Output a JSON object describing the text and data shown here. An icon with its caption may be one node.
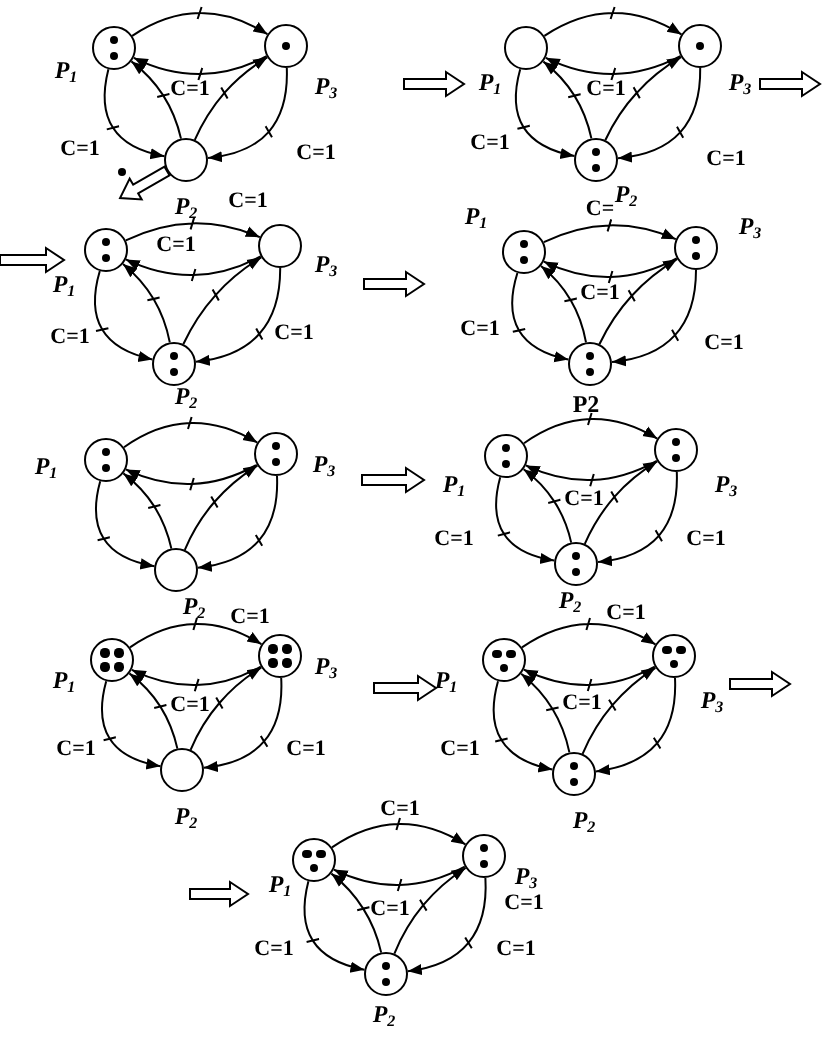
{
  "diagram": {
    "nodes": [
      {
        "text": [],
        "shape": "circle",
        "beside": [
          "P$_{1}$"
        ]
      },
      {
        "text": [],
        "shape": "dot",
        "in": 0
      },
      {
        "text": [],
        "shape": "dot",
        "in": 0
      },
      {
        "text": [],
        "shape": "circle",
        "beside": [
          "P$_{3}$"
        ]
      },
      {
        "text": [],
        "shape": "dot",
        "in": 3
      },
      {
        "text": [],
        "shape": "circle",
        "beside": [
          "P$_{2}$"
        ]
      },
      {
        "text": [],
        "shape": "circle",
        "beside": [
          "P$_{1}$"
        ]
      },
      {
        "text": [],
        "shape": "circle",
        "beside": [
          "P$_{3}$"
        ]
      },
      {
        "text": [],
        "shape": "dot",
        "in": 7
      },
      {
        "text": [],
        "shape": "circle",
        "beside": [
          "P$_{2}$"
        ]
      },
      {
        "text": [],
        "shape": "dot",
        "in": 9
      },
      {
        "text": [],
        "shape": "dot",
        "in": 9
      },
      {
        "text": [],
        "shape": "dot"
      },
      {
        "text": [],
        "shape": "circle",
        "beside": [
          "P$_{1}$"
        ]
      },
      {
        "text": [],
        "shape": "dot",
        "in": 13
      },
      {
        "text": [],
        "shape": "dot",
        "in": 13
      },
      {
        "text": [],
        "shape": "circle",
        "beside": [
          "P$_{3}$"
        ]
      },
      {
        "text": [],
        "shape": "circle",
        "beside": [
          "P$_{2}$"
        ]
      },
      {
        "text": [],
        "shape": "dot",
        "in": 17
      },
      {
        "text": [],
        "shape": "dot",
        "in": 17
      },
      {
        "text": [],
        "shape": "circle",
        "beside": [
          "P$_{1}$"
        ]
      },
      {
        "text": [],
        "shape": "dot",
        "in": 20
      },
      {
        "text": [],
        "shape": "dot",
        "in": 20
      },
      {
        "text": [],
        "shape": "circle",
        "beside": [
          "P$_{3}$"
        ]
      },
      {
        "text": [],
        "shape": "dot",
        "in": 23
      },
      {
        "text": [],
        "shape": "dot",
        "in": 23
      },
      {
        "text": [],
        "shape": "circle",
        "beside": [
          "P2"
        ]
      },
      {
        "text": [],
        "shape": "dot",
        "in": 26
      },
      {
        "text": [],
        "shape": "dot",
        "in": 26
      },
      {
        "text": [],
        "shape": "circle",
        "beside": [
          "P$_{1}$"
        ]
      },
      {
        "text": [],
        "shape": "dot",
        "in": 29
      },
      {
        "text": [],
        "shape": "dot",
        "in": 29
      },
      {
        "text": [],
        "shape": "circle",
        "beside": [
          "P$_{3}$"
        ]
      },
      {
        "text": [],
        "shape": "dot",
        "in": 32
      },
      {
        "text": [],
        "shape": "dot",
        "in": 32
      },
      {
        "text": [],
        "shape": "circle",
        "beside": [
          "P$_{2}$"
        ]
      },
      {
        "text": [],
        "shape": "circle",
        "beside": [
          "P$_{1}$"
        ]
      },
      {
        "text": [],
        "shape": "dot",
        "in": 36
      },
      {
        "text": [],
        "shape": "dot",
        "in": 36
      },
      {
        "text": [],
        "shape": "circle",
        "beside": [
          "P$_{3}$"
        ]
      },
      {
        "text": [],
        "shape": "dot",
        "in": 39
      },
      {
        "text": [],
        "shape": "dot",
        "in": 39
      },
      {
        "text": [],
        "shape": "circle",
        "beside": [
          "P$_{2}$"
        ]
      },
      {
        "text": [],
        "shape": "dot",
        "in": 42
      },
      {
        "text": [],
        "shape": "dot",
        "in": 42
      },
      {
        "text": [],
        "shape": "circle",
        "beside": [
          "P$_{1}$"
        ]
      },
      {
        "text": [],
        "shape": "dot",
        "in": 45
      },
      {
        "text": [],
        "shape": "dot",
        "in": 45
      },
      {
        "text": [],
        "shape": "dot",
        "in": 45
      },
      {
        "text": [],
        "shape": "dot",
        "in": 45
      },
      {
        "text": [],
        "shape": "circle",
        "beside": [
          "P$_{3}$"
        ]
      },
      {
        "text": [],
        "shape": "dot",
        "in": 50
      },
      {
        "text": [],
        "shape": "dot",
        "in": 50
      },
      {
        "text": [],
        "shape": "dot",
        "in": 50
      },
      {
        "text": [],
        "shape": "dot",
        "in": 50
      },
      {
        "text": [],
        "shape": "circle",
        "beside": [
          "P$_{2}$"
        ]
      },
      {
        "text": [],
        "shape": "circle",
        "beside": [
          "P$_{1}$"
        ]
      },
      {
        "text": [],
        "shape": "dot",
        "in": 56
      },
      {
        "text": [],
        "shape": "dot",
        "in": 56
      },
      {
        "text": [],
        "shape": "dot",
        "in": 56
      },
      {
        "text": [],
        "shape": "circle",
        "beside": [
          "P$_{3}$"
        ]
      },
      {
        "text": [],
        "shape": "dot",
        "in": 60
      },
      {
        "text": [],
        "shape": "dot",
        "in": 60
      },
      {
        "text": [],
        "shape": "dot",
        "in": 60
      },
      {
        "text": [],
        "shape": "circle",
        "beside": [
          "P$_{2}$"
        ]
      },
      {
        "text": [],
        "shape": "dot",
        "in": 64
      },
      {
        "text": [],
        "shape": "dot",
        "in": 64
      },
      {
        "text": [],
        "shape": "circle",
        "beside": [
          "P$_{1}$"
        ]
      },
      {
        "text": [],
        "shape": "dot",
        "in": 67
      },
      {
        "text": [],
        "shape": "dot",
        "in": 67
      },
      {
        "text": [],
        "shape": "dot",
        "in": 67
      },
      {
        "text": [],
        "shape": "circle",
        "beside": [
          "P$_{3}$"
        ]
      },
      {
        "text": [],
        "shape": "dot",
        "in": 71
      },
      {
        "text": [],
        "shape": "dot",
        "in": 71
      },
      {
        "text": [],
        "shape": "circle",
        "beside": [
          "P$_{2}$"
        ]
      },
      {
        "text": [],
        "shape": "dot",
        "in": 74
      },
      {
        "text": [],
        "shape": "dot",
        "in": 74
      }
    ],
    "edges": [
      {
        "from": 0,
        "to": 3,
        "arrow": "to"
      },
      {
        "from": 3,
        "to": 0,
        "arrow": "to"
      },
      {
        "from": 5,
        "to": 0,
        "arrow": "to"
      },
      {
        "from": 5,
        "to": 3,
        "arrow": "to"
      },
      {
        "from": 0,
        "to": 5,
        "arrow": "to"
      },
      {
        "from": 3,
        "to": 5,
        "arrow": "to"
      },
      {
        "from": 6,
        "to": 7,
        "arrow": "to"
      },
      {
        "from": 7,
        "to": 6,
        "arrow": "to"
      },
      {
        "from": 9,
        "to": 6,
        "arrow": "to"
      },
      {
        "from": 9,
        "to": 7,
        "arrow": "to"
      },
      {
        "from": 6,
        "to": 9,
        "arrow": "to"
      },
      {
        "from": 7,
        "to": 9,
        "arrow": "to"
      },
      {
        "from": 13,
        "to": 16,
        "arrow": "to"
      },
      {
        "from": 16,
        "to": 13,
        "arrow": "to"
      },
      {
        "from": 17,
        "to": 13,
        "arrow": "to"
      },
      {
        "from": 17,
        "to": 16,
        "arrow": "to"
      },
      {
        "from": 13,
        "to": 17,
        "arrow": "to"
      },
      {
        "from": 16,
        "to": 17,
        "arrow": "to"
      },
      {
        "from": 20,
        "to": 23,
        "arrow": "to"
      },
      {
        "from": 23,
        "to": 20,
        "arrow": "to"
      },
      {
        "from": 26,
        "to": 20,
        "arrow": "to"
      },
      {
        "from": 26,
        "to": 23,
        "arrow": "to"
      },
      {
        "from": 20,
        "to": 26,
        "arrow": "to"
      },
      {
        "from": 23,
        "to": 26,
        "arrow": "to"
      },
      {
        "from": 29,
        "to": 32,
        "arrow": "to"
      },
      {
        "from": 32,
        "to": 29,
        "arrow": "to"
      },
      {
        "from": 35,
        "to": 29,
        "arrow": "to"
      },
      {
        "from": 35,
        "to": 32,
        "arrow": "to"
      },
      {
        "from": 29,
        "to": 35,
        "arrow": "to"
      },
      {
        "from": 32,
        "to": 35,
        "arrow": "to"
      },
      {
        "from": 36,
        "to": 39,
        "arrow": "to"
      },
      {
        "from": 39,
        "to": 36,
        "arrow": "to"
      },
      {
        "from": 42,
        "to": 36,
        "arrow": "to"
      },
      {
        "from": 42,
        "to": 39,
        "arrow": "to"
      },
      {
        "from": 36,
        "to": 42,
        "arrow": "to"
      },
      {
        "from": 39,
        "to": 42,
        "arrow": "to"
      },
      {
        "from": 45,
        "to": 50,
        "arrow": "to"
      },
      {
        "from": 50,
        "to": 45,
        "arrow": "to"
      },
      {
        "from": 55,
        "to": 45,
        "arrow": "to"
      },
      {
        "from": 55,
        "to": 50,
        "arrow": "to"
      },
      {
        "from": 45,
        "to": 55,
        "arrow": "to"
      },
      {
        "from": 50,
        "to": 55,
        "arrow": "to"
      },
      {
        "from": 56,
        "to": 60,
        "arrow": "to"
      },
      {
        "from": 60,
        "to": 56,
        "arrow": "to"
      },
      {
        "from": 64,
        "to": 56,
        "arrow": "to"
      },
      {
        "from": 64,
        "to": 60,
        "arrow": "to"
      },
      {
        "from": 56,
        "to": 64,
        "arrow": "to"
      },
      {
        "from": 60,
        "to": 64,
        "arrow": "to"
      },
      {
        "from": 67,
        "to": 71,
        "arrow": "to"
      },
      {
        "from": 71,
        "to": 67,
        "arrow": "to"
      },
      {
        "from": 74,
        "to": 67,
        "arrow": "to"
      },
      {
        "from": 74,
        "to": 71,
        "arrow": "to"
      },
      {
        "from": 67,
        "to": 74,
        "arrow": "to"
      },
      {
        "from": 71,
        "to": 74,
        "arrow": "to"
      },
      {
        "from": 5,
        "to": null,
        "arrow": "to",
        "style": "thick"
      }
    ],
    "labels": [
      "C=1",
      "C=1",
      "C=1",
      "C=1",
      "C=1",
      "C=1",
      "C=1",
      "C=",
      "C=1",
      "C=1",
      "C=1",
      "C=1",
      "C=1",
      "C=1",
      "C=1",
      "C=1",
      "C=1",
      "C=1",
      "C=1",
      "C=1",
      "C=1",
      "C=1",
      "C=1",
      "C=1",
      "C=1",
      "C=1",
      "C=1",
      "C=1",
      "C=1"
    ]
  }
}
